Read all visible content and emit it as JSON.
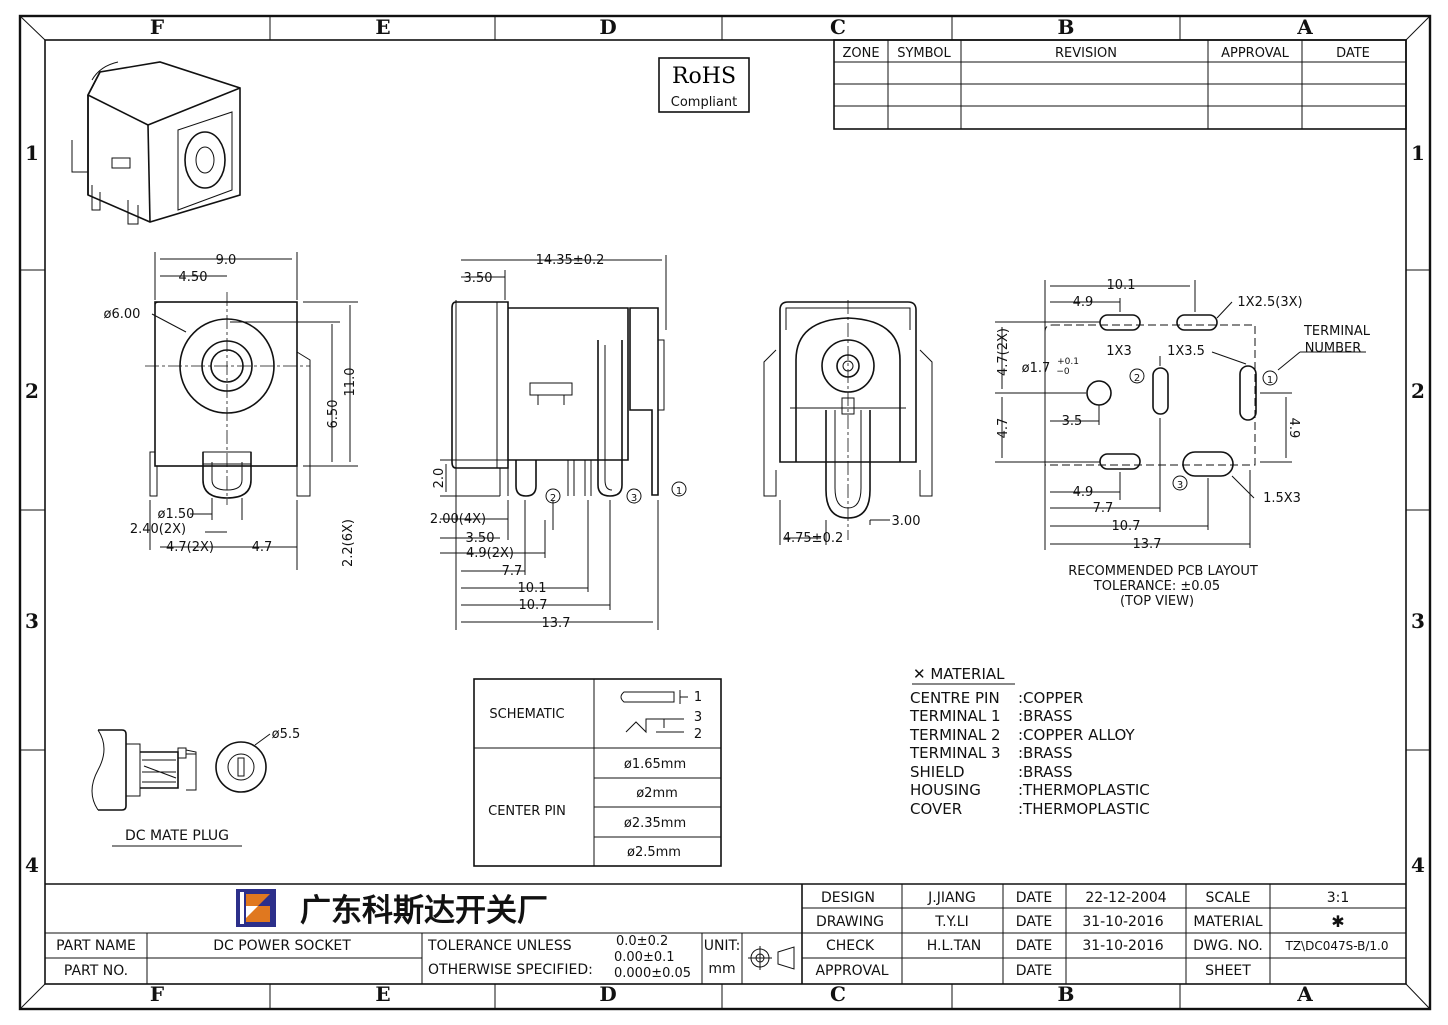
{
  "rohs": {
    "line1": "RoHS",
    "line2": "Compliant"
  },
  "zones": {
    "cols": [
      "F",
      "E",
      "D",
      "C",
      "B",
      "A"
    ],
    "rows": [
      "1",
      "2",
      "3",
      "4"
    ]
  },
  "revision_table": {
    "headers": [
      "ZONE",
      "SYMBOL",
      "REVISION",
      "APPROVAL",
      "DATE"
    ]
  },
  "front_view": {
    "dims": {
      "w9": "9.0",
      "w450": "4.50",
      "dia6": "ø6.00",
      "h11": "11.0",
      "h650": "6.50",
      "dia150": "ø1.50",
      "d240": "2.40(2X)",
      "d47a": "4.7(2X)",
      "d47b": "4.7",
      "d22": "2.2(6X)"
    }
  },
  "side_view": {
    "dims": {
      "l1435": "14.35±0.2",
      "l350": "3.50",
      "h20": "2.0",
      "d200": "2.00(4X)",
      "d350b": "3.50",
      "d49": "4.9(2X)",
      "d77": "7.7",
      "d101": "10.1",
      "d107": "10.7",
      "d137": "13.7"
    },
    "terminals": [
      "1",
      "2",
      "3"
    ]
  },
  "rear_view": {
    "dims": {
      "d475": "4.75±0.2",
      "d300": "3.00"
    }
  },
  "pcb": {
    "dims": {
      "d101": "10.1",
      "d49top": "4.9",
      "slot1x25": "1X2.5(3X)",
      "terminal_number": "TERMINAL",
      "terminal_number2": "NUMBER",
      "d47_2x": "4.7(2X)",
      "dia17": "ø1.7",
      "tol_p": "+0.1",
      "tol_m": "−0",
      "slot1x3": "1X3",
      "slot1x35": "1X3.5",
      "d35": "3.5",
      "d47": "4.7",
      "d49r": "4.9",
      "d49b": "4.9",
      "d77": "7.7",
      "d107": "10.7",
      "d137": "13.7",
      "slot15x3": "1.5X3"
    },
    "terminals": [
      "1",
      "2",
      "3"
    ],
    "caption1": "RECOMMENDED PCB LAYOUT",
    "caption2": "TOLERANCE: ±0.05",
    "caption3": "(TOP VIEW)"
  },
  "mate_plug": {
    "dia": "ø5.5",
    "label": "DC MATE PLUG"
  },
  "schematic_table": {
    "schematic_label": "SCHEMATIC",
    "pins": [
      "1",
      "3",
      "2"
    ],
    "center_pin_label": "CENTER PIN",
    "pin_sizes": [
      "ø1.65mm",
      "ø2mm",
      "ø2.35mm",
      "ø2.5mm"
    ]
  },
  "material": {
    "title": "✕ MATERIAL",
    "rows": [
      {
        "part": "CENTRE PIN",
        "mat": ":COPPER"
      },
      {
        "part": "TERMINAL 1",
        "mat": ":BRASS"
      },
      {
        "part": "TERMINAL 2",
        "mat": ":COPPER ALLOY"
      },
      {
        "part": "TERMINAL 3",
        "mat": ":BRASS"
      },
      {
        "part": "SHIELD",
        "mat": ":BRASS"
      },
      {
        "part": "HOUSING",
        "mat": ":THERMOPLASTIC"
      },
      {
        "part": "COVER",
        "mat": ":THERMOPLASTIC"
      }
    ]
  },
  "title_block": {
    "company": "广东科斯达开关厂",
    "logo_colors": {
      "blue": "#2c2f8a",
      "orange": "#e0781f"
    },
    "part_name_label": "PART NAME",
    "part_name": "DC POWER SOCKET",
    "part_no_label": "PART NO.",
    "tolerance1": "TOLERANCE UNLESS",
    "tolerance2": "OTHERWISE SPECIFIED:",
    "tol_a": "0.0±0.2",
    "tol_b": "0.00±0.1",
    "tol_c": "0.000±0.05",
    "unit_label": "UNIT:",
    "unit": "mm",
    "rows": [
      {
        "role": "DESIGN",
        "name": "J.JIANG",
        "date_label": "DATE",
        "date": "22-12-2004",
        "k": "SCALE",
        "v": "3:1"
      },
      {
        "role": "DRAWING",
        "name": "T.Y.LI",
        "date_label": "DATE",
        "date": "31-10-2016",
        "k": "MATERIAL",
        "v": "✱"
      },
      {
        "role": "CHECK",
        "name": "H.L.TAN",
        "date_label": "DATE",
        "date": "31-10-2016",
        "k": "DWG. NO.",
        "v": "TZ\\DC047S-B/1.0"
      },
      {
        "role": "APPROVAL",
        "name": "",
        "date_label": "DATE",
        "date": "",
        "k": "SHEET",
        "v": ""
      }
    ]
  }
}
